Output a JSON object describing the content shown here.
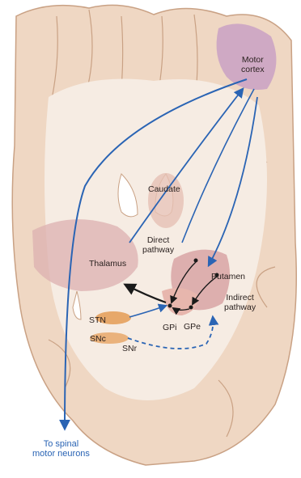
{
  "labels": {
    "motor_cortex": "Motor\ncortex",
    "caudate": "Caudate",
    "thalamus": "Thalamus",
    "direct_pathway": "Direct\npathway",
    "putamen": "Putamen",
    "indirect_pathway": "Indirect\npathway",
    "stn": "STN",
    "gpi": "GPi",
    "gpe": "GPe",
    "snc": "SNc",
    "snr": "SNr",
    "spinal": "To spinal\nmotor neurons"
  },
  "colors": {
    "tissue": "#efd7c3",
    "tissue_edge": "#c9a184",
    "white_matter": "#f6ece3",
    "cortex_highlight": "#c9a1c4",
    "nucleus": "#d8a5a5",
    "orange_nucleus": "#e7a86a",
    "arrow_blue": "#2a64b4",
    "arrow_black": "#1a1a1a"
  }
}
